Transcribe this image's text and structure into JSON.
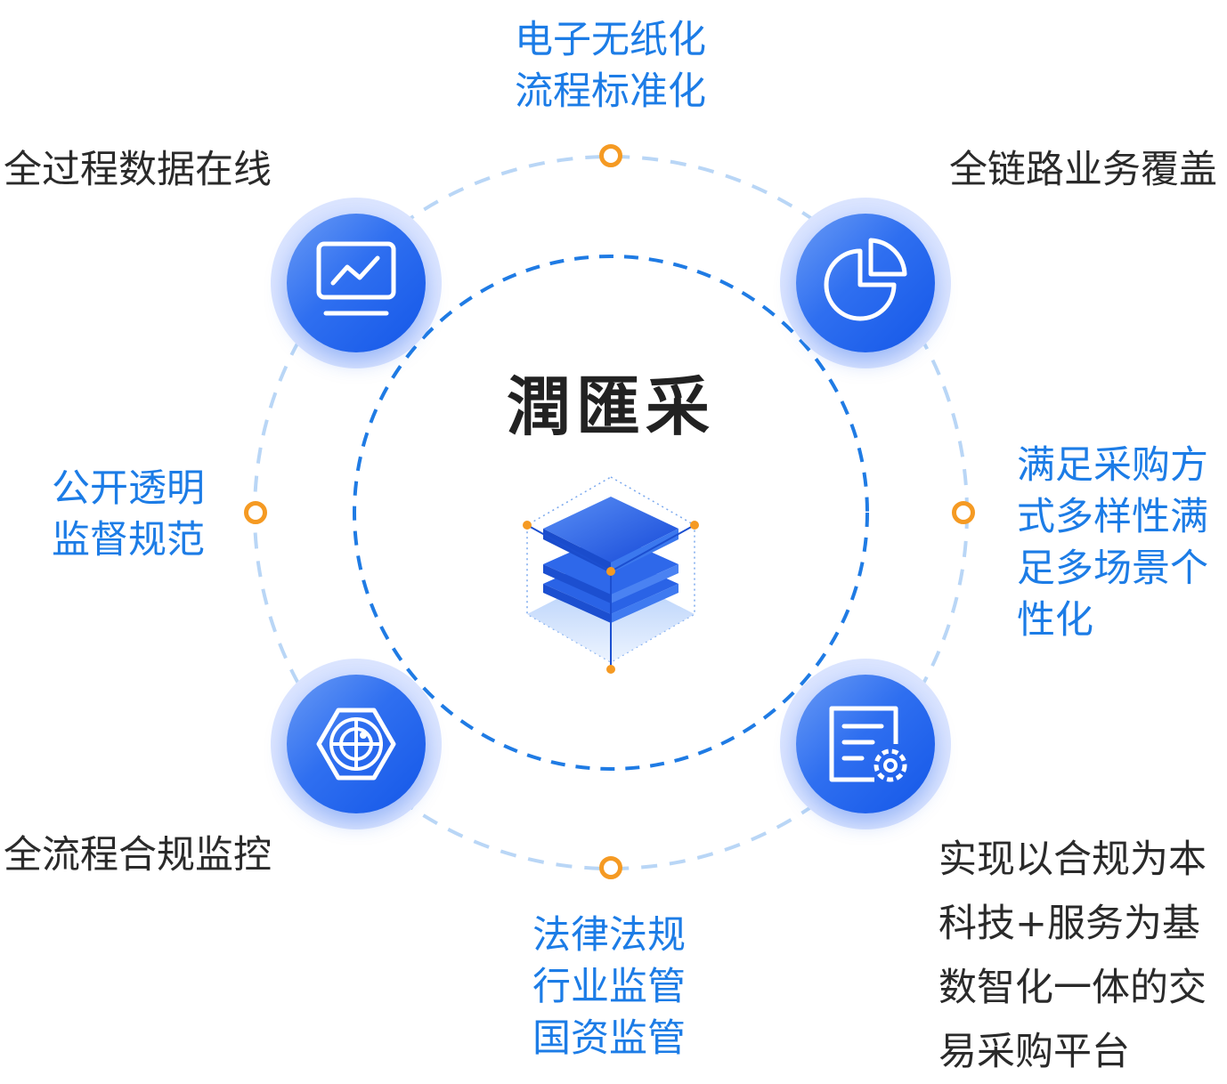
{
  "title": "潤匯采",
  "top_label": [
    "电子无纸化",
    "流程标准化"
  ],
  "top_left_label": "全过程数据在线",
  "top_right_label": "全链路业务覆盖",
  "left_label": [
    "公开透明",
    "监督规范"
  ],
  "right_label": [
    "满足采购方",
    "式多样性满",
    "足多场景个",
    "性化"
  ],
  "bottom_left_label": "全流程合规监控",
  "bottom_label": [
    "法律法规",
    "行业监管",
    "国资监管"
  ],
  "bottom_right_label": [
    "实现以合规为本",
    "科技+服务为基",
    "数智化一体的交",
    "易采购平台"
  ],
  "colors": {
    "blue": "#1c7ce6",
    "orange": "#f59a23",
    "dark": "#2a2a2a"
  },
  "icons": [
    "monitor-chart-icon",
    "pie-chart-icon",
    "radar-target-icon",
    "document-gear-icon",
    "layers-cube-icon"
  ]
}
